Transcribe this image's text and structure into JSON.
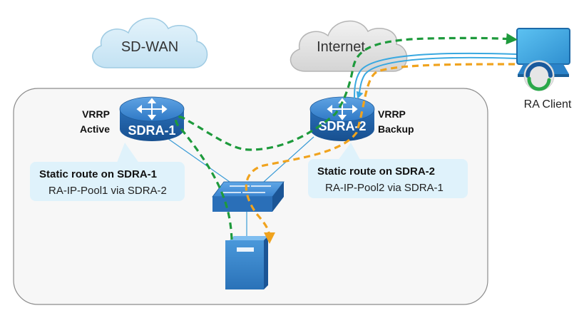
{
  "clouds": {
    "sdwan": "SD-WAN",
    "internet": "Internet"
  },
  "routers": {
    "r1": {
      "name": "SDRA-1",
      "role_line1": "VRRP",
      "role_line2": "Active"
    },
    "r2": {
      "name": "SDRA-2",
      "role_line1": "VRRP",
      "role_line2": "Backup"
    }
  },
  "callouts": {
    "r1": {
      "title": "Static route on SDRA-1",
      "route": "RA-IP-Pool1 via SDRA-2"
    },
    "r2": {
      "title": "Static route on SDRA-2",
      "route": "RA-IP-Pool2 via SDRA-1"
    }
  },
  "client": {
    "label": "RA Client"
  },
  "colors": {
    "green_path": "#1e9a3c",
    "orange_path": "#f0a31e",
    "blue_path": "#39a8e0",
    "router_blue": "#2a6fb8",
    "callout_fill": "#dff2fb"
  }
}
